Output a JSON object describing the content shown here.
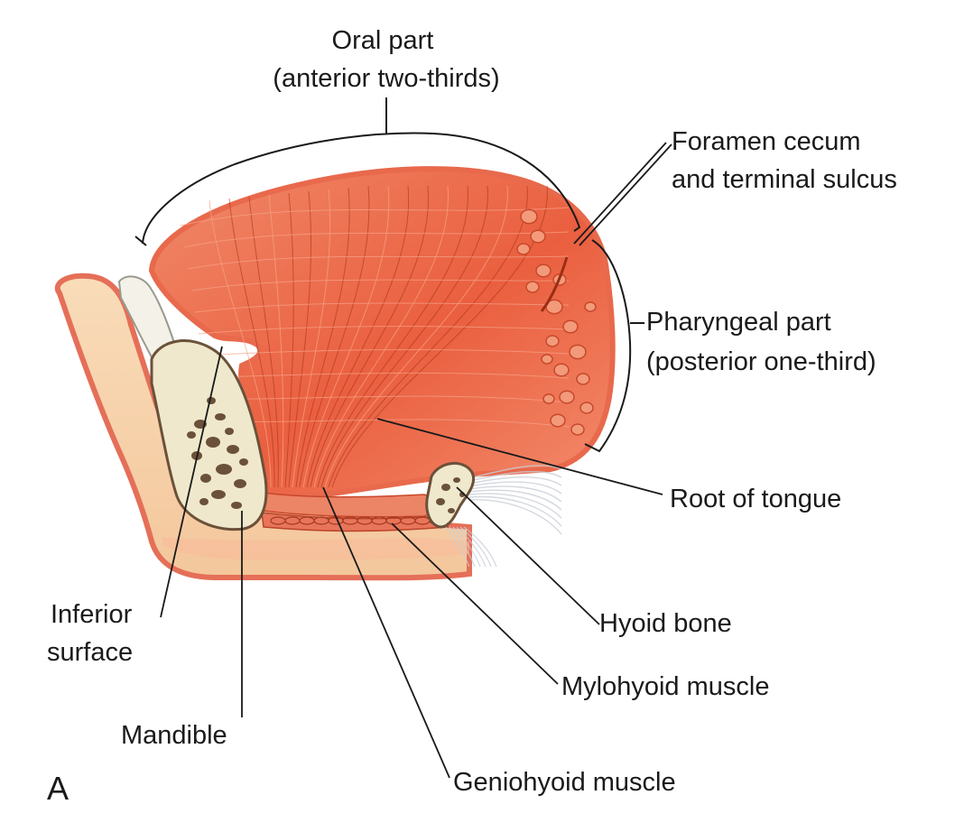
{
  "figure": {
    "panel_letter": "A",
    "labels": {
      "oral_part": [
        "Oral part",
        "(anterior two-thirds)"
      ],
      "foramen_cecum": [
        "Foramen cecum",
        "and terminal sulcus"
      ],
      "pharyngeal_part": [
        "Pharyngeal part",
        "(posterior one-third)"
      ],
      "root_of_tongue": [
        "Root of tongue"
      ],
      "hyoid_bone": [
        "Hyoid bone"
      ],
      "mylohyoid_muscle": [
        "Mylohyoid muscle"
      ],
      "geniohyoid_muscle": [
        "Geniohyoid muscle"
      ],
      "mandible": [
        "Mandible"
      ],
      "inferior_surface": [
        "Inferior",
        "surface"
      ]
    },
    "colors": {
      "muscle": "#ee6e4e",
      "muscle_dark": "#c9472a",
      "mucosa": "#f4a48c",
      "mucosa_edge": "#e56f58",
      "floor": "#f7d2aa",
      "bone": "#efe8cc",
      "bone_pore": "#6b5139"
    }
  }
}
